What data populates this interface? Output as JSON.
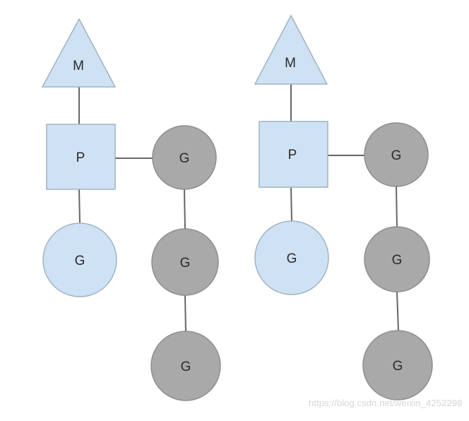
{
  "colors": {
    "light_fill": "#cfe2f3",
    "light_stroke": "#9fb3c4",
    "gray_fill": "#a9a9a9",
    "gray_stroke": "#8e8e8e",
    "edge": "#666666"
  },
  "diagrams": [
    {
      "machine": "M",
      "processor": "P",
      "running_goroutine": "G",
      "queue": [
        "G",
        "G",
        "G"
      ]
    },
    {
      "machine": "M",
      "processor": "P",
      "running_goroutine": "G",
      "queue": [
        "G",
        "G",
        "G"
      ]
    }
  ],
  "watermark": "https://blog.csdn.net/weixin_4252298"
}
